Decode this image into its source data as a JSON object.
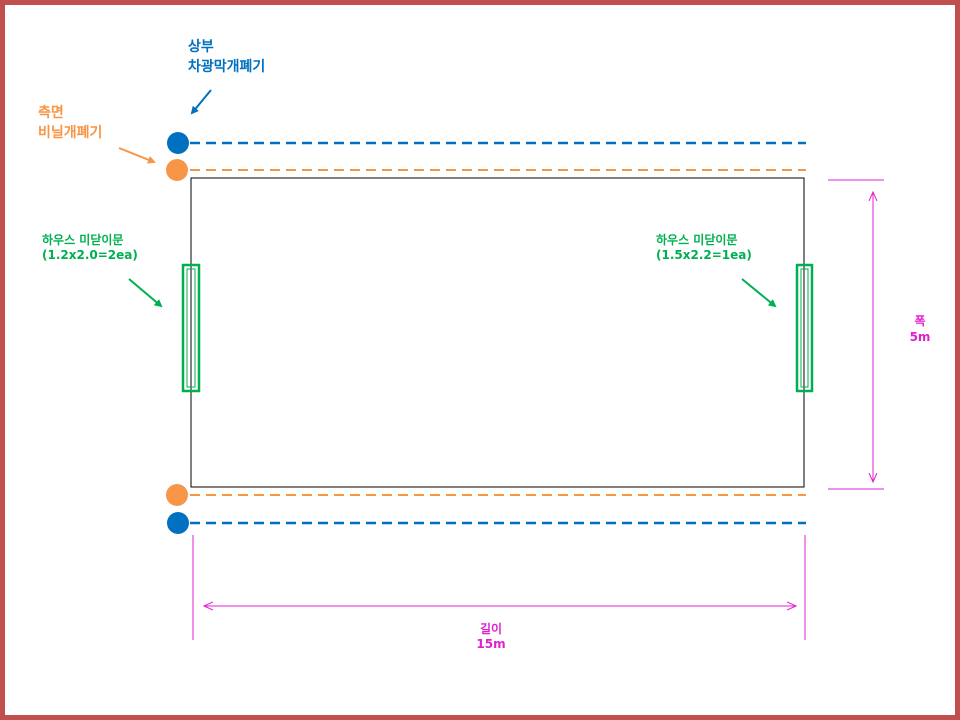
{
  "labels": {
    "top_opener": {
      "line1": "상부",
      "line2": "차광막개폐기"
    },
    "side_opener": {
      "line1": "측면",
      "line2": "비닐개폐기"
    },
    "left_door": {
      "line1": "하우스 미닫이문",
      "line2": "(1.2x2.0=2ea)"
    },
    "right_door": {
      "line1": "하우스 미닫이문",
      "line2": "(1.5x2.2=1ea)"
    },
    "width": {
      "line1": "폭",
      "line2": "5m"
    },
    "length": {
      "line1": "길이",
      "line2": "15m"
    }
  },
  "colors": {
    "frame": "#c0504d",
    "blue": "#0070c0",
    "orange": "#f79646",
    "green": "#00b050",
    "magenta": "#e020d0",
    "outline": "#000000"
  }
}
